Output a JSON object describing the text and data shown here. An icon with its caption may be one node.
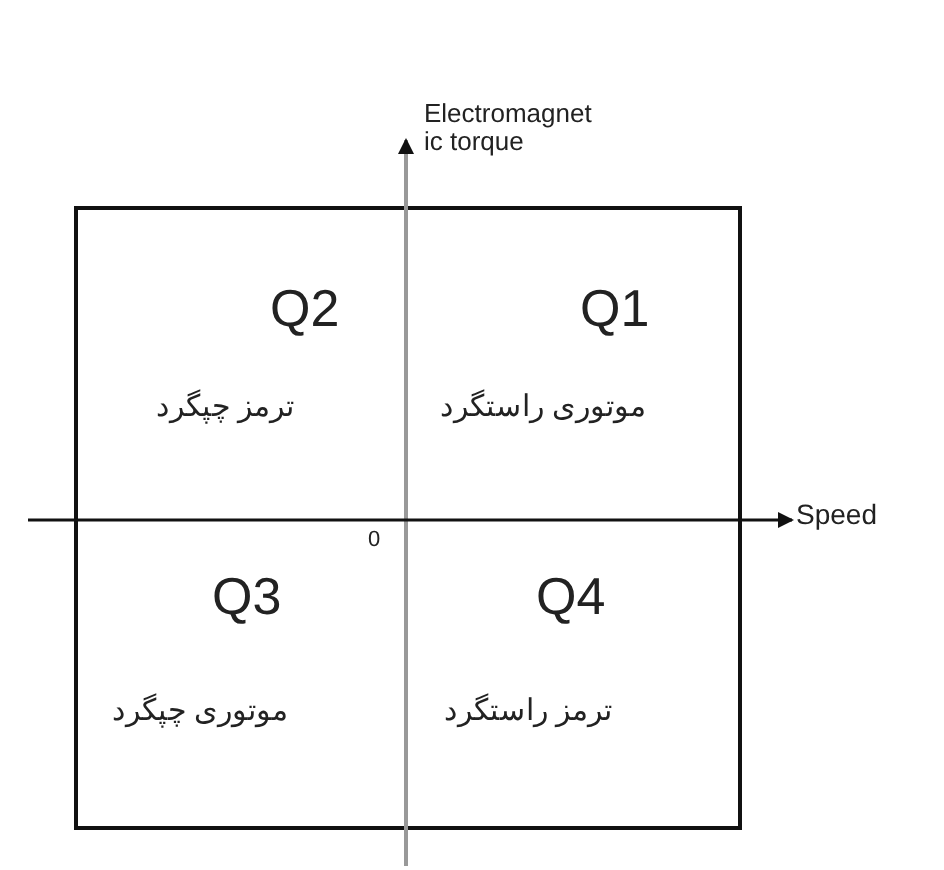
{
  "diagram": {
    "labels": [
      "Electromagnet ic torque",
      "Q2",
      "Q1",
      "ترمز چپگرد",
      "موتوری راستگرد",
      "Speed",
      "0",
      "Q3",
      "Q4",
      "موتوری چپگرد",
      "ترمز راستگرد"
    ]
  }
}
